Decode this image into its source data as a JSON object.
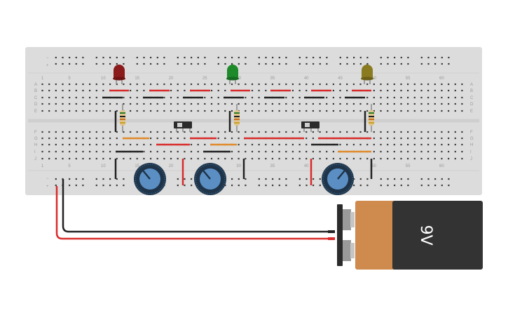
{
  "board": {
    "color": "#dcdcdc",
    "column_numbers": [
      "1",
      "5",
      "10",
      "15",
      "20",
      "25",
      "30",
      "35",
      "40",
      "45",
      "50",
      "55",
      "60"
    ],
    "row_letters_top": [
      "A",
      "B",
      "C",
      "D",
      "E"
    ],
    "row_letters_bottom": [
      "F",
      "G",
      "H",
      "I",
      "J"
    ],
    "rail_minus": "−",
    "rail_plus": "+"
  },
  "components": {
    "leds": [
      {
        "name": "led-red",
        "color": "#8b1a1a"
      },
      {
        "name": "led-green",
        "color": "#1f8a2a"
      },
      {
        "name": "led-olive",
        "color": "#8a7a20"
      }
    ],
    "resistors": 3,
    "switches": 2,
    "potentiometers": 3
  },
  "battery": {
    "label": "9V",
    "body_color": "#333333",
    "label_band_color": "#cf8a4e"
  },
  "wire_colors": {
    "red": "#d92b2b",
    "black": "#222222",
    "orange": "#e08a2a"
  }
}
